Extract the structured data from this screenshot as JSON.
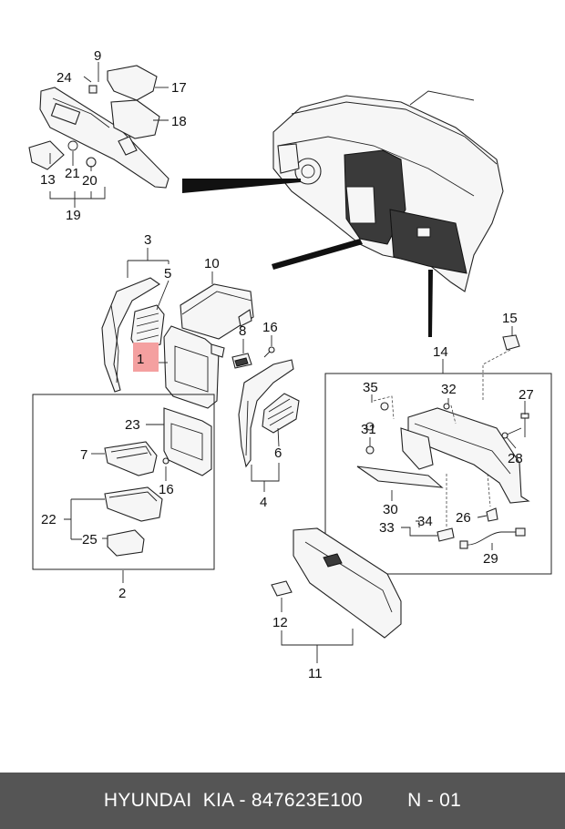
{
  "footer": {
    "brand": "HYUNDAI  KIA - 847623E100",
    "page": "N - 01"
  },
  "highlight_color": "#f4a0a0",
  "callouts": {
    "c1": "1",
    "c2": "2",
    "c3": "3",
    "c4": "4",
    "c5": "5",
    "c6": "6",
    "c7": "7",
    "c8": "8",
    "c9": "9",
    "c10": "10",
    "c11": "11",
    "c12": "12",
    "c13": "13",
    "c14": "14",
    "c15": "15",
    "c16a": "16",
    "c16b": "16",
    "c17": "17",
    "c18": "18",
    "c19": "19",
    "c20": "20",
    "c21": "21",
    "c22": "22",
    "c23": "23",
    "c24": "24",
    "c25": "25",
    "c26": "26",
    "c27": "27",
    "c28": "28",
    "c29": "29",
    "c30": "30",
    "c31": "31",
    "c32": "32",
    "c33": "33",
    "c34": "34",
    "c35": "35"
  }
}
